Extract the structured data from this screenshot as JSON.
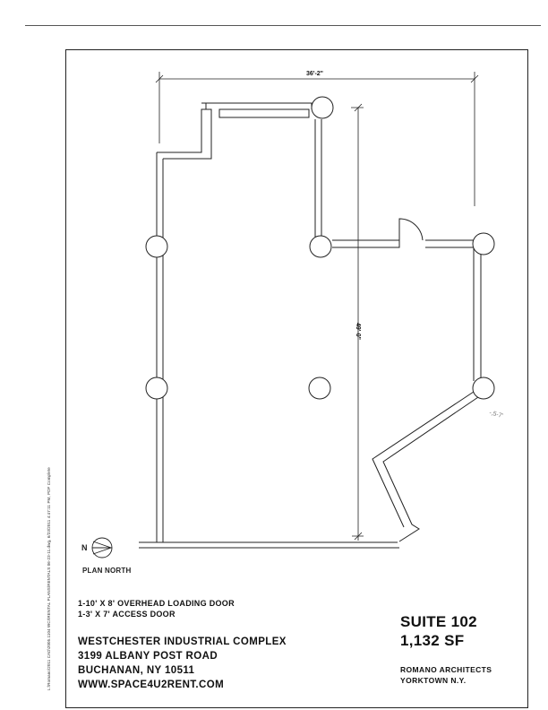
{
  "drawing": {
    "width_dimension": "36'-2\"",
    "height_dimension": "49'-0\"",
    "north_letter": "N",
    "north_label": "PLAN NORTH"
  },
  "side_path": "L:\\Romano\\2011 CAD\\2005.1104 WCI\\RENTAL PLANS\\RENTALS 06-23-11.dwg, 6/23/2011 4:47:11 PM, PDF Complete",
  "notes": [
    "1-10' X 8' OVERHEAD LOADING DOOR",
    "1-3' X 7' ACCESS DOOR"
  ],
  "address": [
    "WESTCHESTER INDUSTRIAL COMPLEX",
    "3199 ALBANY POST ROAD",
    "BUCHANAN, NY 10511",
    "WWW.SPACE4U2RENT.COM"
  ],
  "suite": {
    "name": "SUITE 102",
    "area": "1,132 SF"
  },
  "architect": {
    "name": "ROMANO ARCHITECTS",
    "location": "YORKTOWN N.Y."
  }
}
